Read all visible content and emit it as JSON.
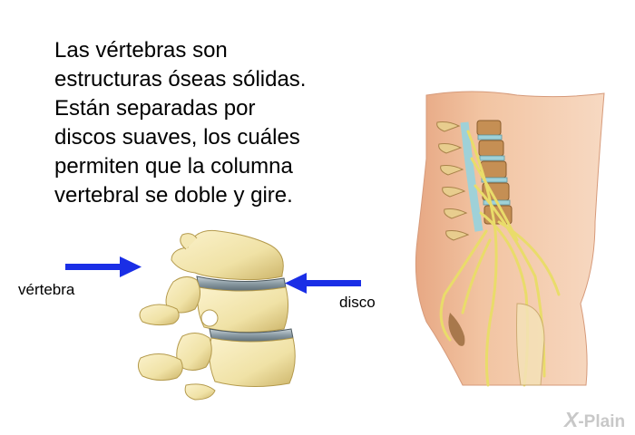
{
  "text": {
    "lines": [
      "Las vértebras son",
      "estructuras óseas sólidas.",
      "Están separadas por",
      "discos suaves, los cuáles",
      "permiten que la columna",
      "vertebral se doble y gire."
    ]
  },
  "labels": {
    "vertebra": "vértebra",
    "disc": "disco"
  },
  "logo": {
    "x": "X",
    "rest": "-Plain"
  },
  "colors": {
    "arrow": "#1a2ee6",
    "bone": "#f0e2a6",
    "bone_shade": "#cdb56a",
    "disc": "#8a9aa3",
    "skin": "#f2c4a2",
    "nerve": "#e9dc6a",
    "nerve_blue": "#9fd1d8"
  }
}
